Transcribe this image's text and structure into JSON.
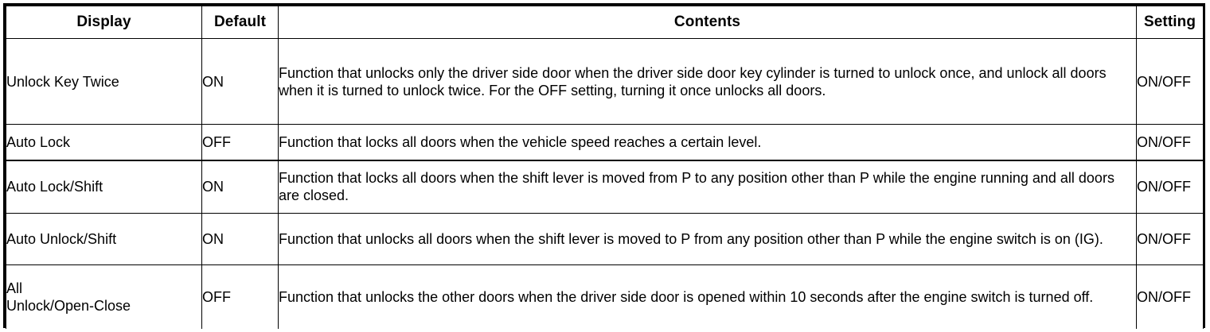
{
  "table": {
    "headers": [
      {
        "key": "display",
        "label": "Display"
      },
      {
        "key": "default",
        "label": "Default"
      },
      {
        "key": "contents",
        "label": "Contents"
      },
      {
        "key": "setting",
        "label": "Setting"
      }
    ],
    "rows": [
      {
        "display": "Unlock Key Twice",
        "default": "ON",
        "contents": "Function that unlocks only the driver side door when the driver side door key cylinder is turned to unlock once, and unlock all doors when it is turned to unlock twice. For the OFF setting, turning it once unlocks all doors.",
        "setting": "ON/OFF"
      },
      {
        "display": "Auto Lock",
        "default": "OFF",
        "contents": "Function that locks all doors when the vehicle speed reaches a certain level.",
        "setting": "ON/OFF"
      },
      {
        "display": "Auto Lock/Shift",
        "default": "ON",
        "contents": "Function that locks all doors when the shift lever is moved from P to any position other than P while the engine running and all doors are closed.",
        "setting": "ON/OFF"
      },
      {
        "display": "Auto Unlock/Shift",
        "default": "ON",
        "contents": "Function that unlocks all doors when the shift lever is moved to P from any position other than P while the engine switch is on (IG).",
        "setting": "ON/OFF"
      },
      {
        "display": "All\nUnlock/Open-Close",
        "default": "OFF",
        "contents": "Function that unlocks the other doors when the driver side door is opened within 10 seconds after the engine switch is turned off.",
        "setting": "ON/OFF"
      }
    ]
  },
  "colors": {
    "border": "#000000",
    "text": "#000000",
    "background": "#ffffff"
  }
}
